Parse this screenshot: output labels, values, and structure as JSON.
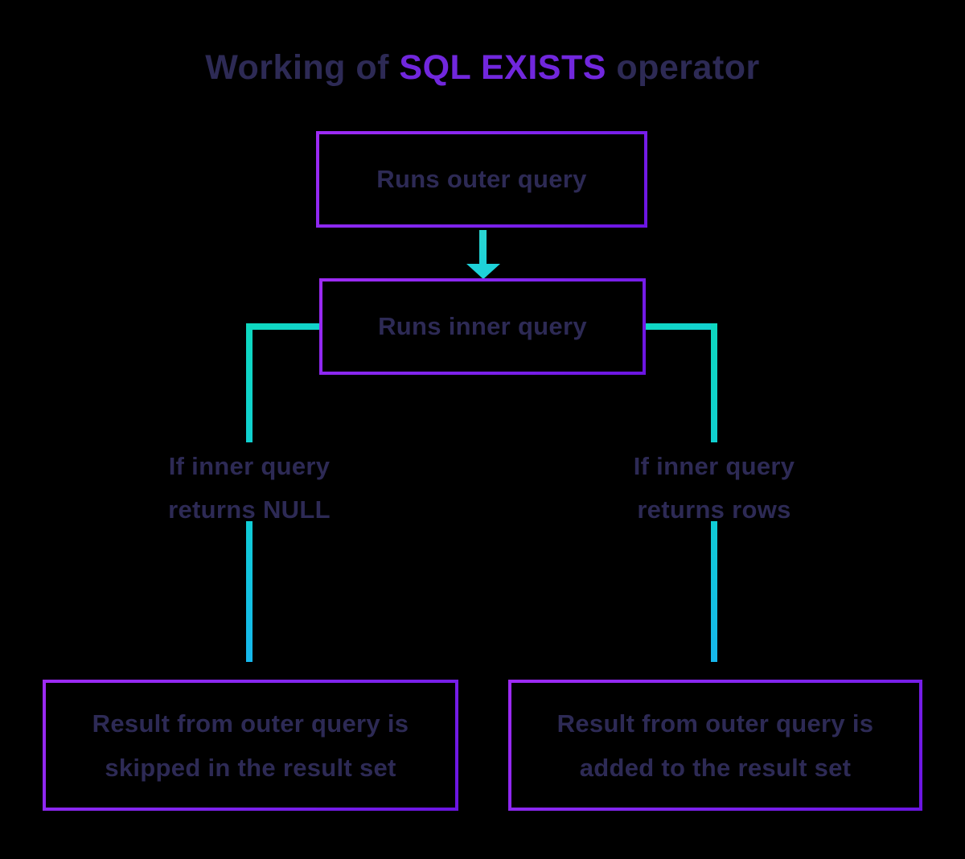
{
  "diagram": {
    "title": {
      "prefix": "Working of ",
      "highlight": "SQL EXISTS",
      "suffix": " operator"
    },
    "nodes": {
      "outer": {
        "label": "Runs outer query"
      },
      "inner": {
        "label": "Runs inner query"
      },
      "skip": {
        "lines": [
          "Result from outer query is",
          "skipped in the result set"
        ]
      },
      "add": {
        "lines": [
          "Result from outer query is",
          "added to the result set"
        ]
      }
    },
    "conditions": {
      "left": {
        "lines": [
          "If inner query",
          "returns NULL"
        ]
      },
      "right": {
        "lines": [
          "If inner query",
          "returns rows"
        ]
      }
    },
    "colors": {
      "background": "#000000",
      "text": "#2d2a55",
      "title_highlight": "#7127dd",
      "box_border_start": "#9e2bf5",
      "box_border_end": "#6b15e2",
      "connector_start": "#0edabf",
      "connector_end": "#16b7ec",
      "arrow": "#1ed2d9"
    }
  }
}
